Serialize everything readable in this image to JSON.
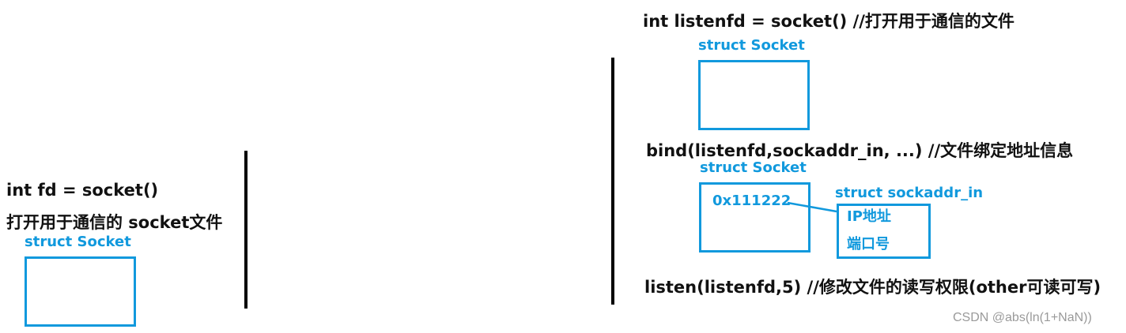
{
  "left": {
    "code_line": "int fd = socket()",
    "comment": "打开用于通信的 socket文件",
    "struct_label": "struct Socket"
  },
  "right": {
    "step1": {
      "code_line": "int listenfd = socket()   //打开用于通信的文件",
      "struct_label": "struct Socket"
    },
    "step2": {
      "code_line": "bind(listenfd,sockaddr_in, ...)  //文件绑定地址信息",
      "struct_label": "struct Socket",
      "address_value": "0x111222",
      "sockaddr_label": "struct sockaddr_in",
      "sockaddr_fields": [
        "IP地址",
        "端口号"
      ]
    },
    "step3": {
      "code_line": "listen(listenfd,5)  //修改文件的读写权限(other可读可写)"
    }
  },
  "watermark": "CSDN @abs(ln(1+NaN))",
  "colors": {
    "accent": "#1199dd",
    "text": "#111111",
    "divider": "#000000"
  }
}
